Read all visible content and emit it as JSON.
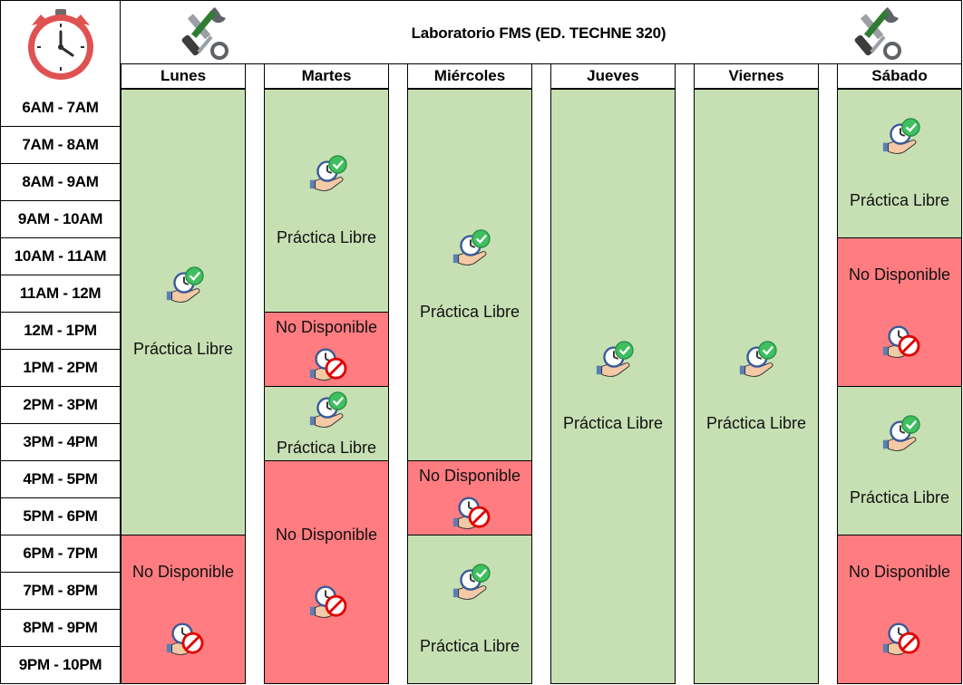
{
  "header": {
    "title": "Laboratorio FMS (ED. TECHNE 320)",
    "clock_icon": "clock-icon",
    "tools_icon": "tools-icon"
  },
  "days": [
    "Lunes",
    "Martes",
    "Miércoles",
    "Jueves",
    "Viernes",
    "Sábado"
  ],
  "time_slots": [
    "6AM - 7AM",
    "7AM - 8AM",
    "8AM - 9AM",
    "9AM - 10AM",
    "10AM - 11AM",
    "11AM - 12M",
    "12M - 1PM",
    "1PM - 2PM",
    "2PM - 3PM",
    "3PM - 4PM",
    "4PM - 5PM",
    "5PM - 6PM",
    "6PM - 7PM",
    "7PM - 8PM",
    "8PM - 9PM",
    "9PM - 10PM"
  ],
  "status_labels": {
    "free": "Práctica Libre",
    "busy": "No Disponible"
  },
  "colors": {
    "free": "#c6e0b4",
    "busy": "#ff7c80"
  },
  "schedule": [
    [
      {
        "status": "free",
        "start": 0,
        "end": 12
      },
      {
        "status": "busy",
        "start": 12,
        "end": 16
      }
    ],
    [
      {
        "status": "free",
        "start": 0,
        "end": 6
      },
      {
        "status": "busy",
        "start": 6,
        "end": 8
      },
      {
        "status": "free",
        "start": 8,
        "end": 10
      },
      {
        "status": "busy",
        "start": 10,
        "end": 16
      }
    ],
    [
      {
        "status": "free",
        "start": 0,
        "end": 10
      },
      {
        "status": "busy",
        "start": 10,
        "end": 12
      },
      {
        "status": "free",
        "start": 12,
        "end": 16
      }
    ],
    [
      {
        "status": "free",
        "start": 0,
        "end": 16
      }
    ],
    [
      {
        "status": "free",
        "start": 0,
        "end": 16
      }
    ],
    [
      {
        "status": "free",
        "start": 0,
        "end": 4
      },
      {
        "status": "busy",
        "start": 4,
        "end": 8
      },
      {
        "status": "free",
        "start": 8,
        "end": 12
      },
      {
        "status": "busy",
        "start": 12,
        "end": 16
      }
    ]
  ]
}
